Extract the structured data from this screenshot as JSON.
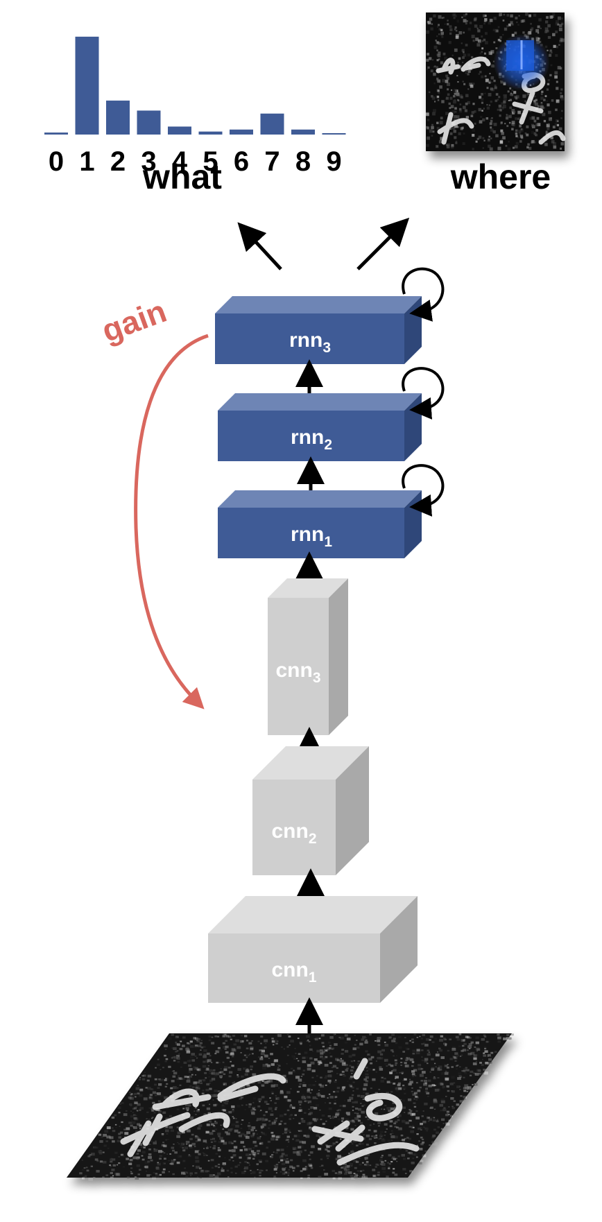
{
  "chart_data": {
    "type": "bar",
    "categories": [
      "0",
      "1",
      "2",
      "3",
      "4",
      "5",
      "6",
      "7",
      "8",
      "9"
    ],
    "values": [
      0.02,
      0.98,
      0.34,
      0.24,
      0.08,
      0.03,
      0.05,
      0.21,
      0.05,
      0.01
    ],
    "ylim": [
      0,
      1
    ],
    "bar_color": "#3f5b96",
    "grid": false
  },
  "labels": {
    "what": "what",
    "where": "where",
    "gain": "gain"
  },
  "layers": {
    "rnn3": {
      "base": "rnn",
      "sub": "3"
    },
    "rnn2": {
      "base": "rnn",
      "sub": "2"
    },
    "rnn1": {
      "base": "rnn",
      "sub": "1"
    },
    "cnn3": {
      "base": "cnn",
      "sub": "3"
    },
    "cnn2": {
      "base": "cnn",
      "sub": "2"
    },
    "cnn1": {
      "base": "cnn",
      "sub": "1"
    }
  },
  "colors": {
    "rnn_front": "#3f5b96",
    "rnn_top": "#6e85b5",
    "rnn_side": "#2f4779",
    "cnn_front": "#cfcfcf",
    "cnn_top": "#dedede",
    "cnn_side": "#a9a9a9",
    "gain_arrow": "#d9675e",
    "attention": "#1f5fe0"
  }
}
